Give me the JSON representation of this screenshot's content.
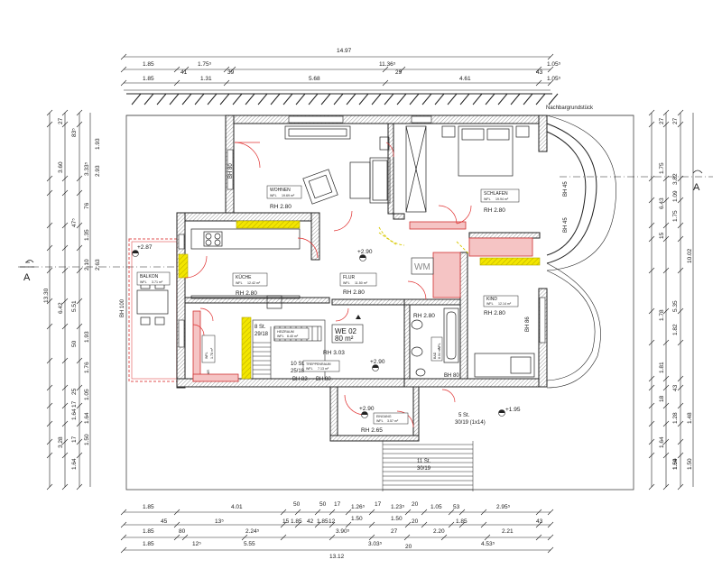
{
  "dims": {
    "top_total": "14.97",
    "top_row1": [
      "1.85",
      "41",
      "1.75⁵",
      "39",
      "11.36⁵",
      "29",
      "43",
      "1.05⁵"
    ],
    "top_row2": [
      "1.85",
      "1.31",
      "5.68",
      "4.61",
      "1.05⁵"
    ],
    "bottom_row1": [
      "1.85",
      "4.01",
      "50",
      "50",
      "17",
      "1.26⁵",
      "17",
      "1.23⁵",
      "20",
      "1.05",
      "53",
      "2.95⁵"
    ],
    "bottom_row2": [
      "45",
      "80",
      "13⁵",
      "2.24⁵",
      "15",
      "1.85",
      "42",
      "1.85",
      "12",
      "1.50",
      "1.50",
      "20",
      "43"
    ],
    "bottom_row3": [
      "1.85",
      "12⁵",
      "3.90⁵",
      "27",
      "2.20",
      "1.85",
      "2.21"
    ],
    "bottom_row4": [
      "1.85",
      "5.55",
      "3.03⁵",
      "20",
      "4.53⁵"
    ],
    "bottom_total": "13.12",
    "left_a": [
      "27",
      "3.60",
      "83⁵",
      "47⁵",
      "6.42",
      "5.51",
      "50",
      "25",
      "17",
      "1.64",
      "3.28",
      "17",
      "1.64"
    ],
    "left_b": [
      "3.33⁵",
      "2.93",
      "1.93",
      "76",
      "1.35",
      "2.63",
      "2.10",
      "1.93",
      "1.76",
      "1.05",
      "1.64",
      "1.50"
    ],
    "left_total": "13.30",
    "right_a": [
      "27",
      "3.82",
      "6.43",
      "15",
      "10.02",
      "5.35",
      "18",
      "1.64",
      "1.64"
    ],
    "right_b": [
      "27",
      "1.75",
      "1.09",
      "1.75",
      "1.78",
      "1.82",
      "1.81",
      "43",
      "1.28",
      "1.48",
      "1.59",
      "1.50"
    ]
  },
  "rooms": {
    "wohnen": {
      "name": "WOHNEN",
      "wfl": "WFL",
      "area": "19.69 m²",
      "rh": "RH 2.80"
    },
    "schlafen": {
      "name": "SCHLAFEN",
      "wfl": "WFL",
      "area": "19.94 m²",
      "rh": "RH 2.80"
    },
    "kueche": {
      "name": "KÜCHE",
      "wfl": "WFL",
      "area": "12.42 m²",
      "rh": "RH 2.80"
    },
    "flur": {
      "name": "FLUR",
      "wfl": "WFL",
      "area": "11.50 m²",
      "rh": "RH 2.80"
    },
    "kind": {
      "name": "KIND",
      "wfl": "WFL",
      "area": "12.14 m²",
      "rh": "RH 2.80"
    },
    "bad": {
      "name": "BAD",
      "wfl": "WFL",
      "area": "8.04 m²",
      "rh": "RH 2.80"
    },
    "balkon": {
      "name": "BALKON",
      "wfl": "WFL",
      "area": "3.71 m²"
    },
    "heizraum": {
      "name": "HEIZRAUM",
      "wfl": "WFL",
      "area": "6.40 m²"
    },
    "treppenraum": {
      "name": "TREPPENRAUM",
      "wfl": "WFL",
      "area": "7.13 m²",
      "rh": "RH 3.03"
    },
    "eingang": {
      "name": "EINGANG",
      "wfl": "WFL",
      "area": "3.57 m²",
      "rh": "RH 2.65"
    },
    "ar": {
      "name": "AR",
      "wfl": "WFL",
      "area": "1.78 m²"
    }
  },
  "labels": {
    "nachbar": "Nachbargrundstück",
    "section_a": "A",
    "unit": "WE 02",
    "unit_area": "80 m²",
    "wm": "WM",
    "lvl_287": "+2.87",
    "lvl_290a": "+2.90",
    "lvl_290b": "+2.90",
    "lvl_290c": "+2.90",
    "lvl_195": "+1.95",
    "stair_8": "8 St.",
    "stair_8b": "29/18",
    "stair_10": "10 St.",
    "stair_10b": "25/18",
    "stair_5": "5 St.",
    "stair_5b": "30/19 (1x14)",
    "stair_11": "11 St.",
    "stair_11b": "30/19",
    "bh_80a": "BH 80",
    "bh_100": "BH 100",
    "bh_45a": "BH 45",
    "bh_45b": "BH 45",
    "bh_86": "BH 86",
    "bh_80b": "BH 80",
    "bh_83": "BH 83",
    "bh_80c": "BH 80"
  }
}
